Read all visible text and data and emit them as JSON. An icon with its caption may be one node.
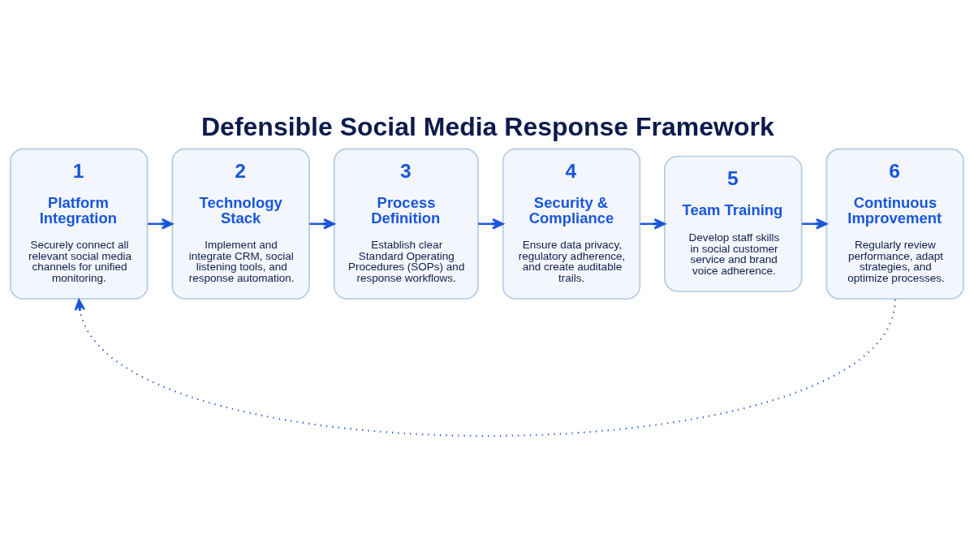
{
  "diagram": {
    "title": "Defensible Social Media Response Framework",
    "nodes": [
      {
        "text": [
          "1",
          "Platform Integration",
          "Securely connect all relevant social media channels for unified monitoring."
        ]
      },
      {
        "text": [
          "2",
          "Technology Stack",
          "Implement and integrate CRM, social listening tools, and response automation."
        ]
      },
      {
        "text": [
          "3",
          "Process Definition",
          "Establish clear Standard Operating Procedures (SOPs) and response workflows."
        ]
      },
      {
        "text": [
          "4",
          "Security & Compliance",
          "Ensure data privacy, regulatory adherence, and create auditable trails."
        ]
      },
      {
        "text": [
          "5",
          "Team Training",
          "Develop staff skills in social customer service and brand voice adherence."
        ]
      },
      {
        "text": [
          "6",
          "Continuous Improvement",
          "Regularly review performance, adapt strategies, and optimize processes."
        ]
      }
    ],
    "edges": [
      {
        "from": 0,
        "to": 1,
        "arrow": "to"
      },
      {
        "from": 1,
        "to": 2,
        "arrow": "to"
      },
      {
        "from": 2,
        "to": 3,
        "arrow": "to"
      },
      {
        "from": 3,
        "to": 4,
        "arrow": "to"
      },
      {
        "from": 4,
        "to": 5,
        "arrow": "to"
      },
      {
        "from": 5,
        "to": 0,
        "arrow": "to",
        "style": "dashed"
      }
    ]
  }
}
